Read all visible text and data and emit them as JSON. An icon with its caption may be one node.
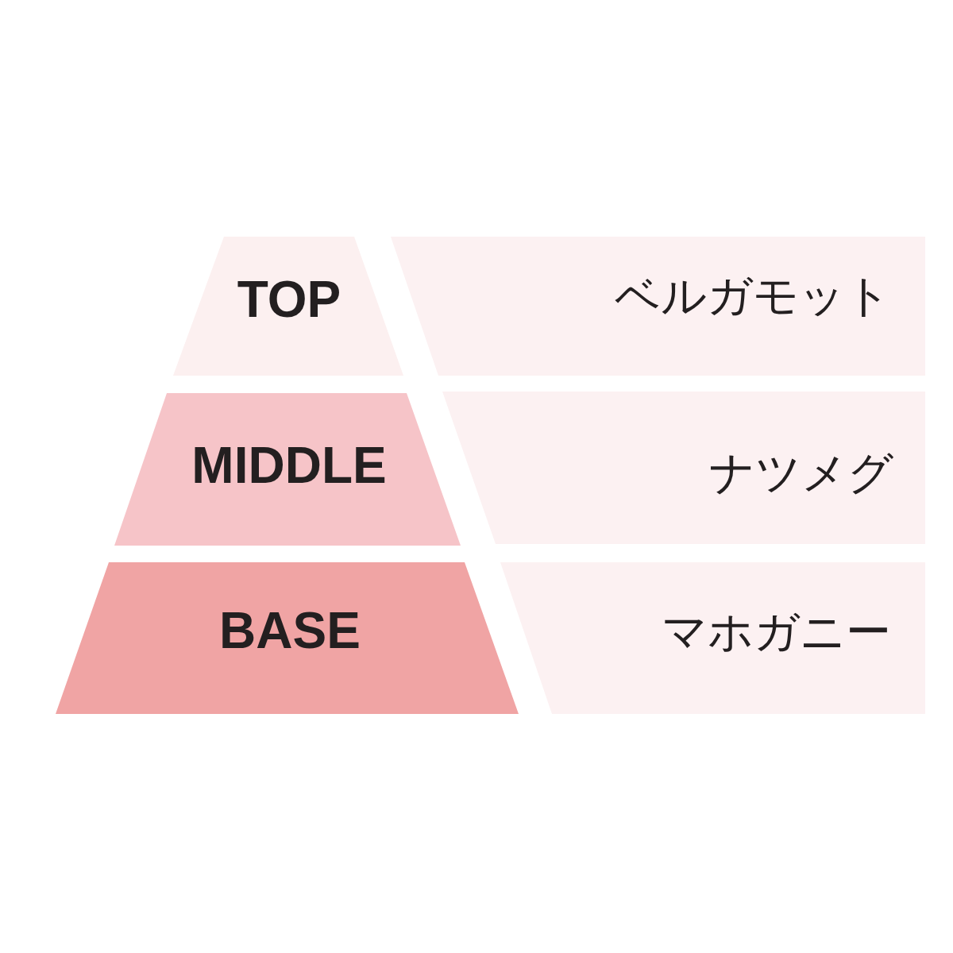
{
  "diagram": {
    "nodes": [
      {
        "text": [
          "TOP"
        ]
      },
      {
        "text": [
          "ベルガモット"
        ]
      },
      {
        "text": [
          "MIDDLE"
        ]
      },
      {
        "text": [
          "ナツメグ"
        ]
      },
      {
        "text": [
          "BASE"
        ]
      },
      {
        "text": [
          "マホガニー"
        ]
      }
    ]
  }
}
